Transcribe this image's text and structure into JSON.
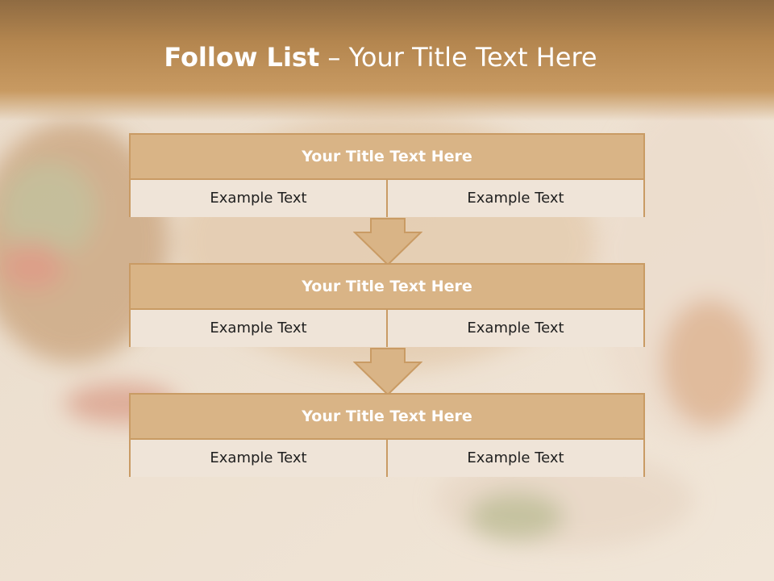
{
  "title": {
    "bold": "Follow List",
    "rest": "  – Your Title Text Here"
  },
  "items": [
    {
      "title": "Your Title Text Here",
      "left": "Example Text",
      "right": "Example Text"
    },
    {
      "title": "Your Title Text Here",
      "left": "Example Text",
      "right": "Example Text"
    },
    {
      "title": "Your Title Text Here",
      "left": "Example Text",
      "right": "Example Text"
    }
  ],
  "colors": {
    "header_fill": "#d9b486",
    "border": "#c99b64",
    "cell_fill": "#efe4d8",
    "title_bar": "#b4864f"
  },
  "icons": [
    "down-arrow-icon",
    "down-arrow-icon"
  ]
}
